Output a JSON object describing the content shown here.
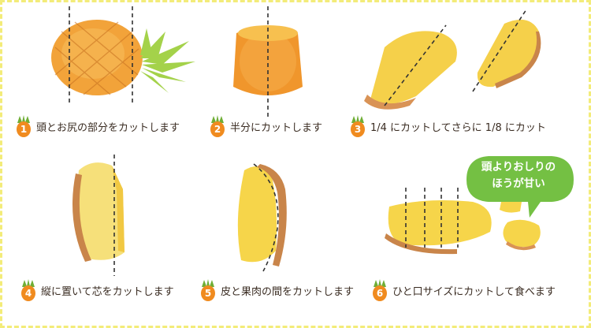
{
  "steps": [
    {
      "number": "1",
      "text": "頭とお尻の部分をカットします"
    },
    {
      "number": "2",
      "text": "半分にカットします"
    },
    {
      "number": "3",
      "text": "1/4 にカットしてさらに 1/8 にカット"
    },
    {
      "number": "4",
      "text": "縦に置いて芯をカットします"
    },
    {
      "number": "5",
      "text": "皮と果肉の間をカットします"
    },
    {
      "number": "6",
      "text": "ひと口サイズにカットして食べます"
    }
  ],
  "bubble": {
    "line1": "頭よりおしりの",
    "line2": "ほうが甘い"
  },
  "colors": {
    "border": "#f3ec79",
    "badge": "#f08b1f",
    "leaf": "#6fae36",
    "bubble": "#74c043",
    "flesh": "#f6d54a",
    "skin": "#c9854a"
  }
}
